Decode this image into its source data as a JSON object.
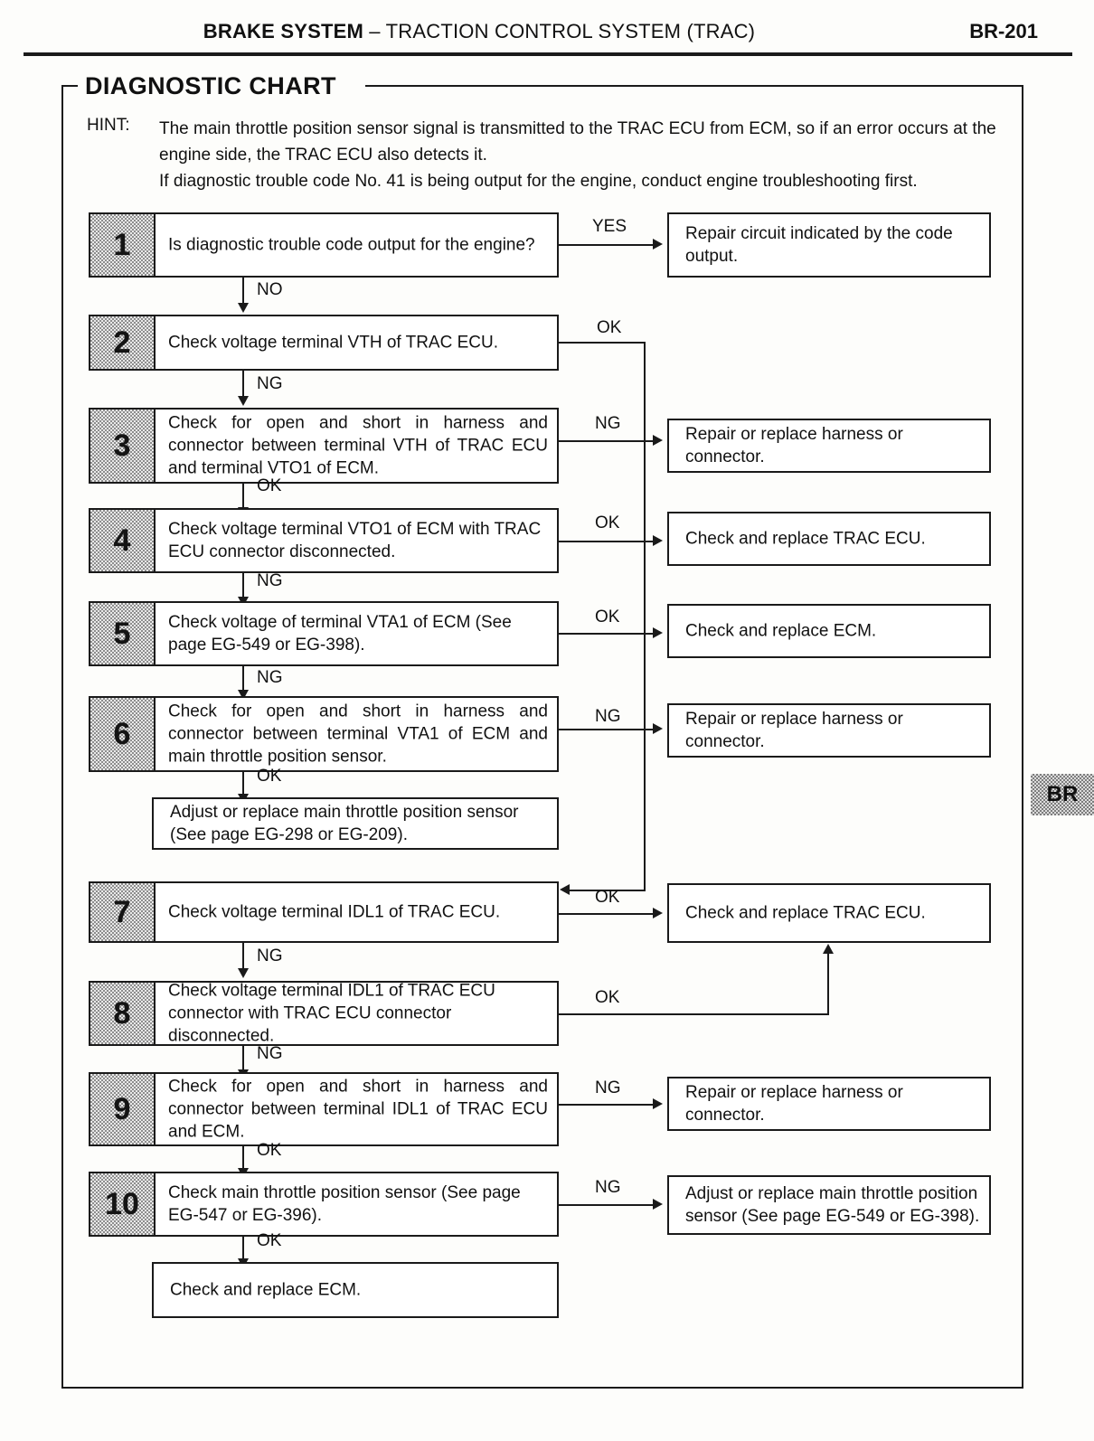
{
  "header": {
    "title_bold": "BRAKE SYSTEM",
    "title_dash": " – ",
    "title_rest": "TRACTION CONTROL SYSTEM (TRAC)",
    "page_number": "BR-201"
  },
  "chart": {
    "title": "DIAGNOSTIC CHART",
    "hint_label": "HINT:",
    "hint_lines": [
      "The main throttle position sensor signal is transmitted to the TRAC ECU from ECM, so if an error occurs at the engine side, the TRAC ECU also detects it.",
      "If diagnostic trouble code No. 41 is being output for the engine, conduct engine troubleshooting first."
    ]
  },
  "steps": [
    {
      "number": "1",
      "text": "Is diagnostic trouble code output for the engine?",
      "branch_label": "YES",
      "down_label": "NO",
      "result": "Repair circuit indicated by the code output."
    },
    {
      "number": "2",
      "text": "Check voltage terminal VTH of TRAC ECU.",
      "branch_label": "OK",
      "down_label": "NG",
      "result": ""
    },
    {
      "number": "3",
      "text": "Check for open and short in harness and connector between terminal VTH of TRAC ECU and terminal VTO1 of ECM.",
      "branch_label": "NG",
      "down_label": "OK",
      "result": "Repair or replace harness or connector."
    },
    {
      "number": "4",
      "text": "Check voltage terminal VTO1 of ECM with TRAC ECU connector disconnected.",
      "branch_label": "OK",
      "down_label": "NG",
      "result": "Check and replace TRAC ECU."
    },
    {
      "number": "5",
      "text": "Check voltage of terminal VTA1 of ECM (See page EG-549 or EG-398).",
      "branch_label": "OK",
      "down_label": "NG",
      "result": "Check and replace ECM."
    },
    {
      "number": "6",
      "text": "Check for open and short in harness and connector between terminal VTA1 of ECM and main throttle position sensor.",
      "branch_label": "NG",
      "down_label": "OK",
      "result": "Repair or replace harness or connector."
    },
    {
      "number": "7",
      "text": "Check voltage terminal IDL1 of TRAC ECU.",
      "branch_label": "OK",
      "down_label": "NG",
      "result": "Check and replace TRAC ECU."
    },
    {
      "number": "8",
      "text": "Check voltage terminal IDL1 of TRAC ECU connector with TRAC ECU connector disconnected.",
      "branch_label": "OK",
      "down_label": "NG",
      "result": ""
    },
    {
      "number": "9",
      "text": "Check for open and short in harness and connector between terminal IDL1 of TRAC ECU and ECM.",
      "branch_label": "NG",
      "down_label": "OK",
      "result": "Repair or replace harness or connector."
    },
    {
      "number": "10",
      "text": "Check main throttle position sensor (See page EG-547 or EG-396).",
      "branch_label": "NG",
      "down_label": "OK",
      "result": "Adjust or replace main throttle position sensor (See page EG-549 or EG-398)."
    }
  ],
  "terminals": {
    "after_step6": "Adjust or replace main throttle position sensor (See page EG-298 or EG-209).",
    "after_step10": "Check and replace ECM."
  },
  "section_tab": {
    "label": "BR"
  },
  "colors": {
    "ink": "#1a1a1a",
    "paper": "#fdfdfb",
    "numcell_fill": "#9a9a9a"
  }
}
